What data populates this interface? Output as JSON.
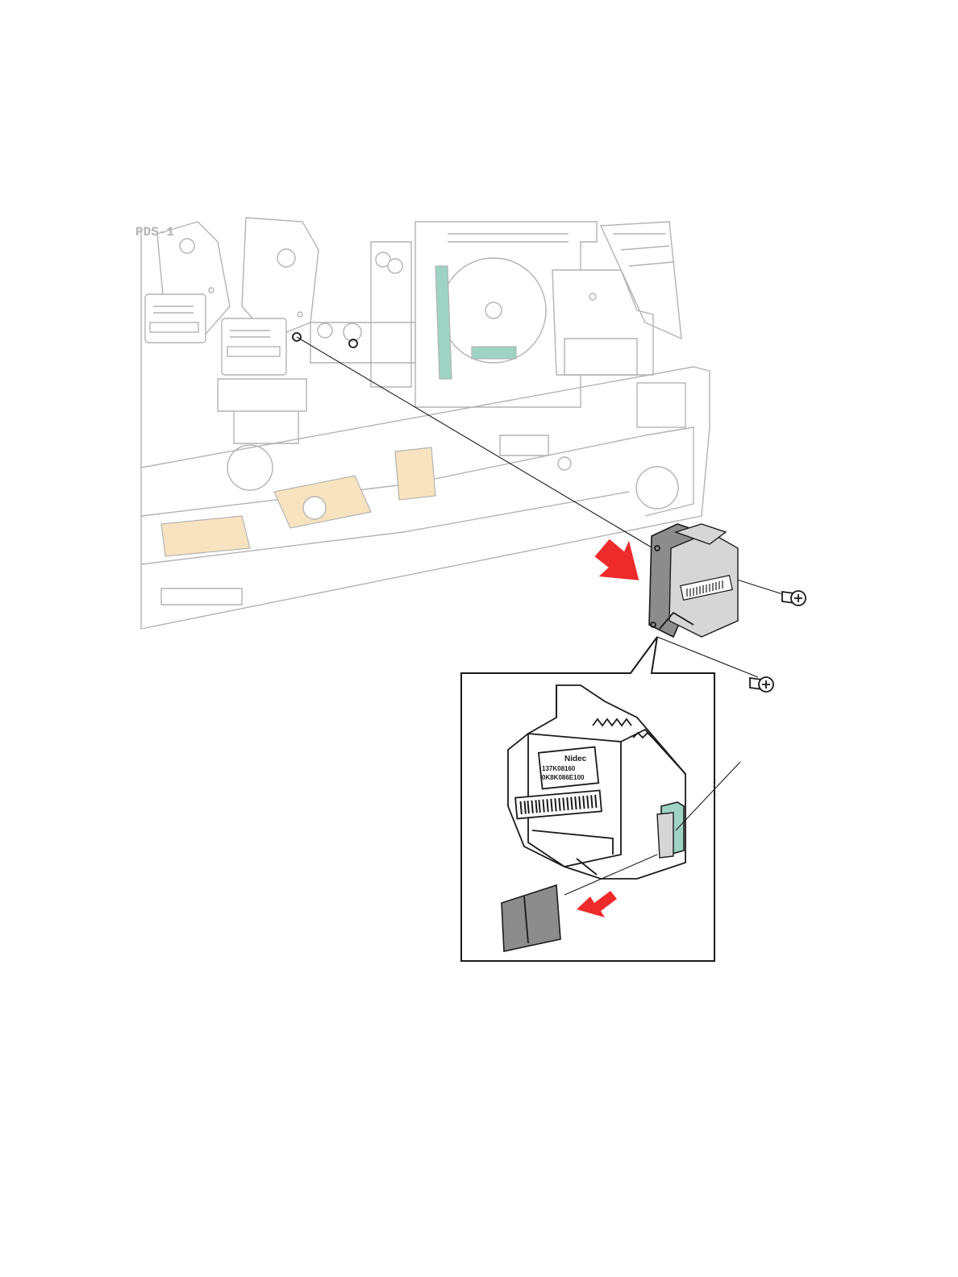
{
  "diagram": {
    "machine_label": "PDS-1",
    "motor_label_brand": "Nidec",
    "motor_label_line1": "137K08160",
    "motor_label_line2": "0K8K086E100",
    "colors": {
      "arrow": "#ee2b2b",
      "highlight_green": "#9ed3c4",
      "highlight_tan": "#f7e3c0",
      "part_gray": "#8c8c8c",
      "ghost_line": "#b3b3b3"
    }
  }
}
